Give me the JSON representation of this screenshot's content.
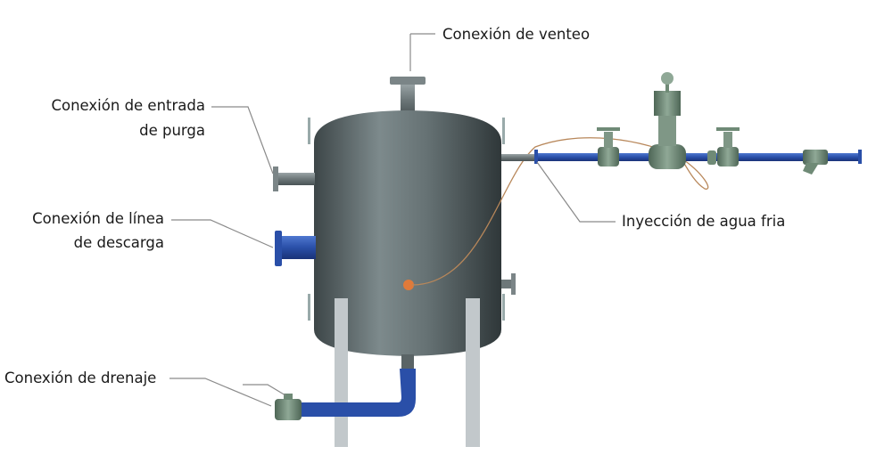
{
  "diagram": {
    "labels": {
      "vent": "Conexión de venteo",
      "purge_line1": "Conexión de entrada",
      "purge_line2": "de purga",
      "discharge_line1": "Conexión de línea",
      "discharge_line2": "de descarga",
      "drain": "Conexión de drenaje",
      "cold_water": "Inyección de agua fria"
    },
    "colors": {
      "tank": "#5f6a6c",
      "pipe_blue": "#2a4fa8",
      "valve_green": "#6f8a76",
      "legs": "#b9c0c4",
      "sensor": "#e07a3a"
    }
  }
}
